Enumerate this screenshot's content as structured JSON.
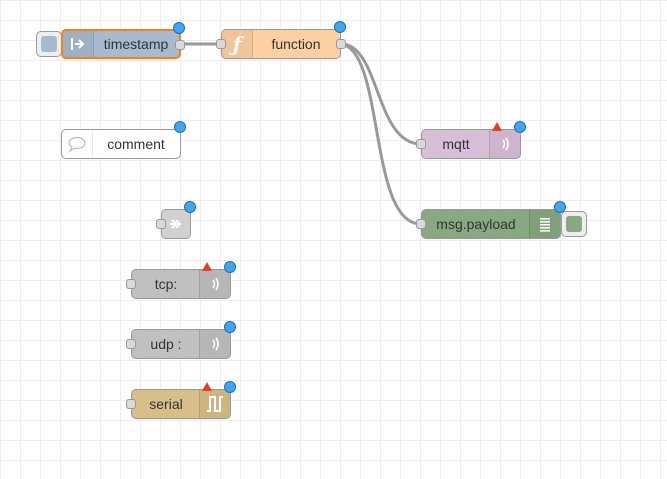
{
  "colors": {
    "inject": "#a6bbcf",
    "function": "#fdd0a2",
    "mqtt": "#d8bfd8",
    "debug": "#87a980",
    "comment": "#ffffff",
    "link": "#dddddd",
    "network": "#c0c0c0",
    "serial": "#d8bf8a",
    "wire": "#999999",
    "status_dot": "#40a6f2",
    "warning": "#e0401c",
    "selected_border": "#ff7f0e"
  },
  "nodes": {
    "inject": {
      "label": "timestamp",
      "icon": "inject-arrow-icon"
    },
    "function": {
      "label": "function",
      "icon": "function-f-icon"
    },
    "mqtt": {
      "label": "mqtt",
      "icon": "wireless-signal-icon"
    },
    "debug": {
      "label": "msg.payload",
      "icon": "debug-list-icon"
    },
    "comment": {
      "label": "comment",
      "icon": "speech-bubble-icon"
    },
    "link": {
      "icon": "link-arrow-icon"
    },
    "tcp": {
      "label": "tcp:",
      "icon": "wireless-signal-icon"
    },
    "udp": {
      "label": "udp :",
      "icon": "wireless-signal-icon"
    },
    "serial": {
      "label": "serial",
      "icon": "serial-pulse-icon"
    }
  }
}
